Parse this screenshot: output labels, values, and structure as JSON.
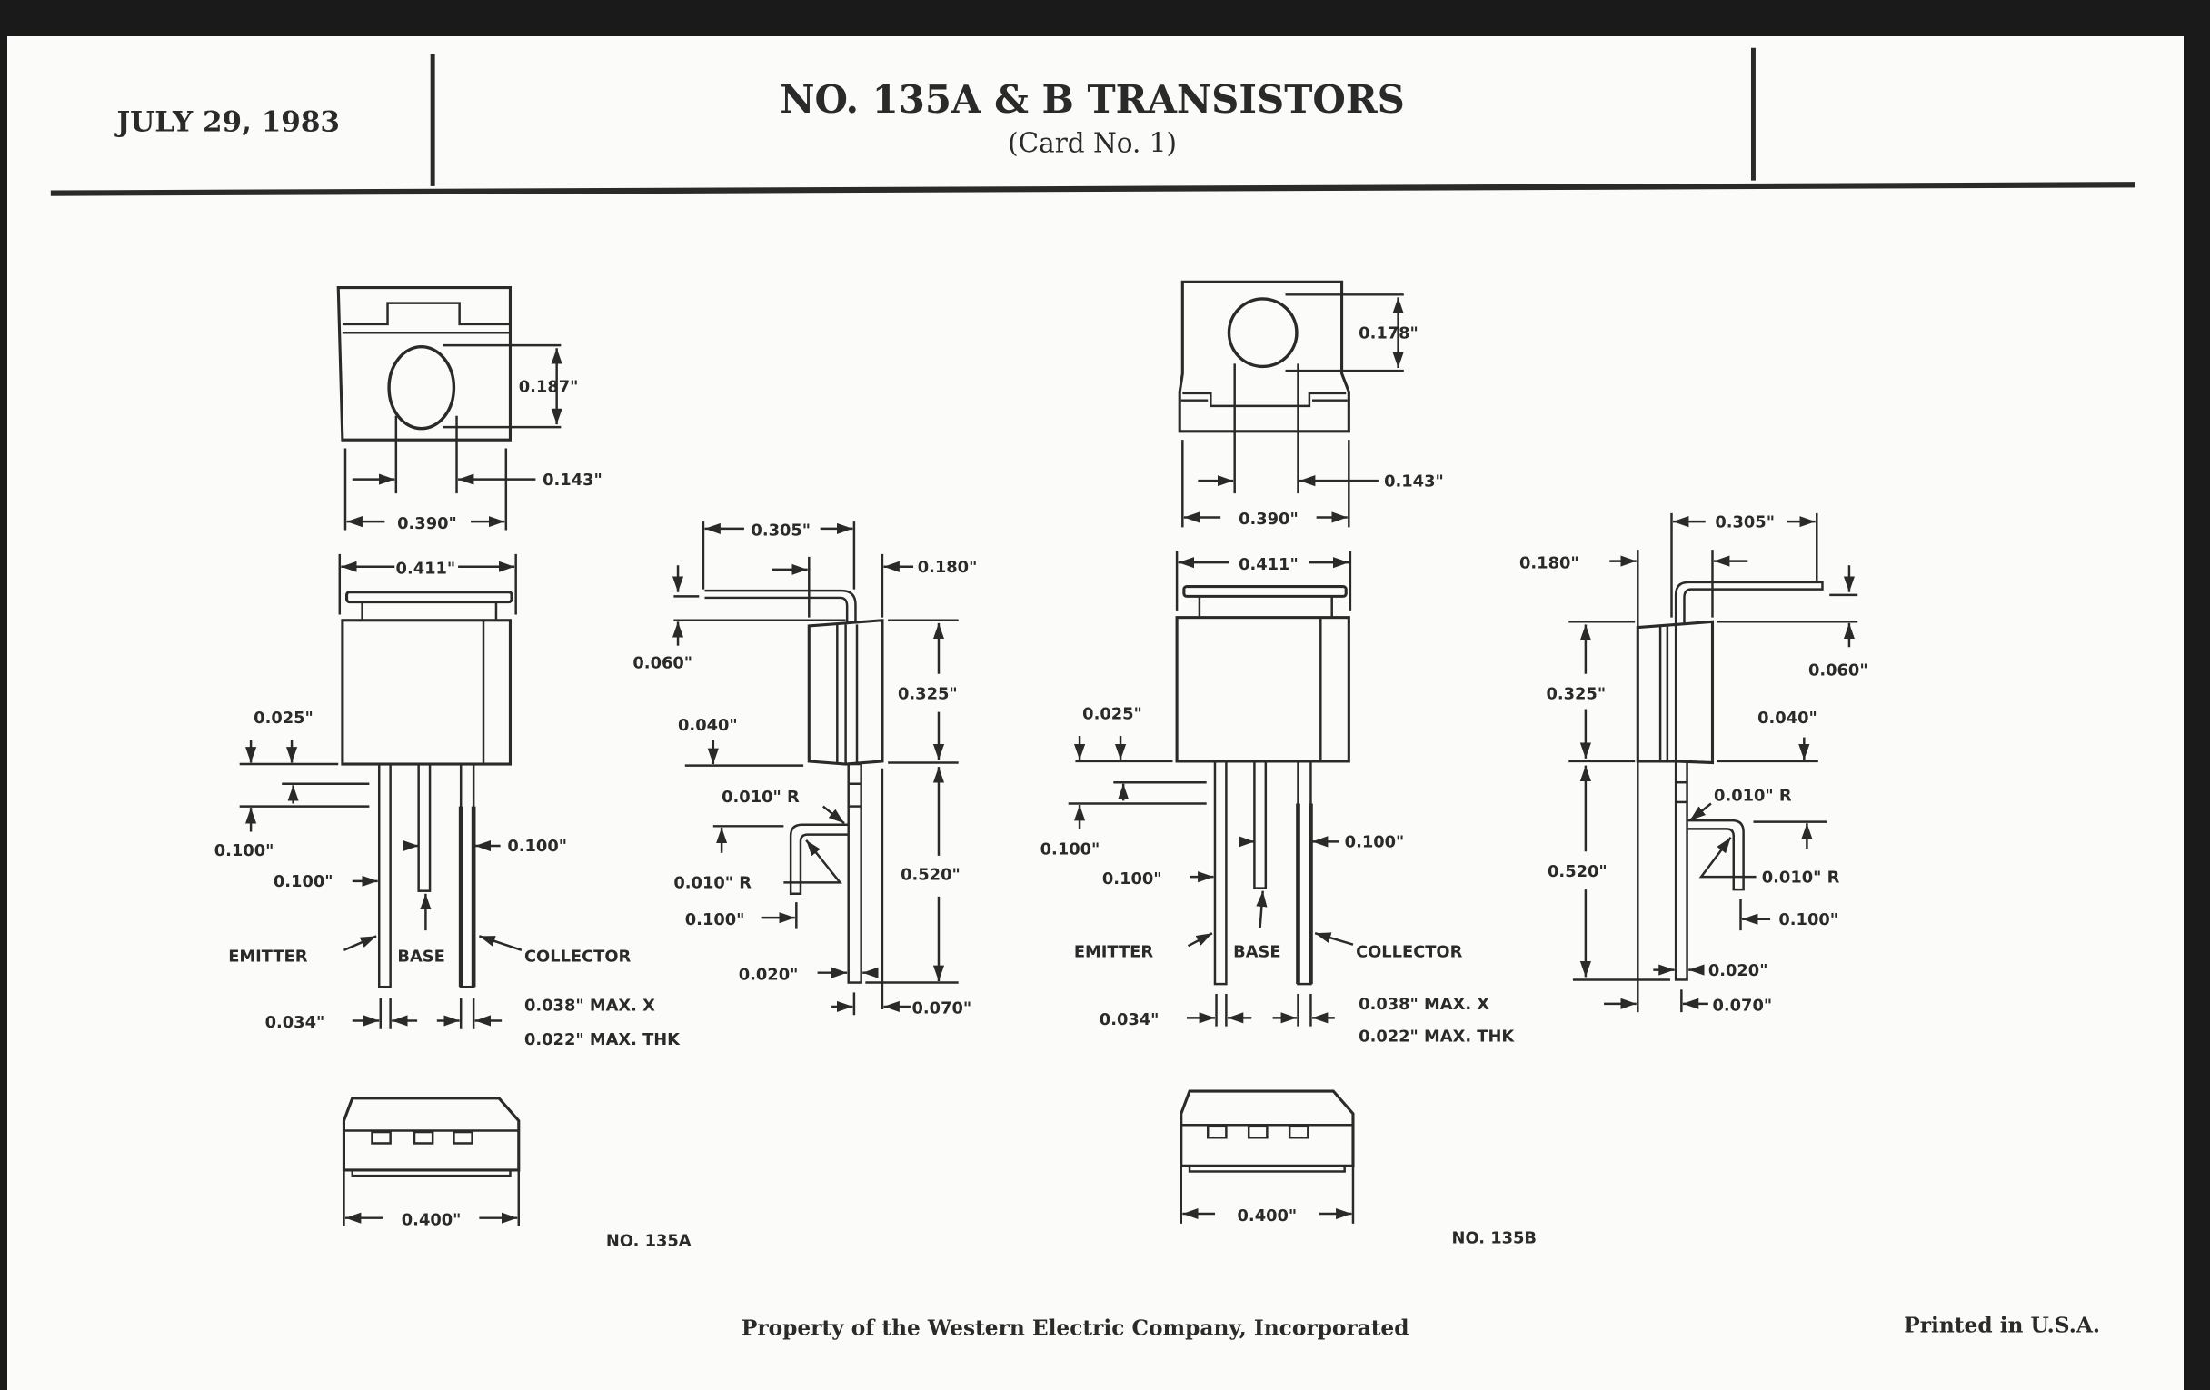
{
  "header": {
    "date": "JULY 29, 1983",
    "title": "NO. 135A & B TRANSISTORS",
    "subtitle": "(Card No. 1)"
  },
  "devices": [
    {
      "id": "135A",
      "label": "NO. 135A",
      "top_view": {
        "hole_height": "0.187\"",
        "hole_width": "0.143\"",
        "width": "0.390\"",
        "hole_shape": "oval"
      },
      "front_view": {
        "width": "0.411\"",
        "lead_offset": "0.025\"",
        "lead_shoulder": "0.100\"",
        "lead_spacing_left": "0.100\"",
        "lead_spacing_right": "0.100\"",
        "lead_width": "0.034\"",
        "lead_max_note_1": "0.038\" MAX. X",
        "lead_max_note_2": "0.022\" MAX. THK",
        "pins": [
          "EMITTER",
          "BASE",
          "COLLECTOR"
        ]
      },
      "side_view": {
        "tab_length": "0.305\"",
        "depth": "0.180\"",
        "tab_offset": "0.060\"",
        "body_height": "0.325\"",
        "body_gap": "0.040\"",
        "bend_radius_1": "0.010\" R",
        "bend_radius_2": "0.010\" R",
        "bend_offset": "0.100\"",
        "lead_length": "0.520\"",
        "lead_thickness": "0.020\"",
        "lead_pos": "0.070\""
      },
      "bottom_view": {
        "width": "0.400\""
      }
    },
    {
      "id": "135B",
      "label": "NO. 135B",
      "top_view": {
        "hole_height": "0.178\"",
        "hole_width": "0.143\"",
        "width": "0.390\"",
        "hole_shape": "round"
      },
      "front_view": {
        "width": "0.411\"",
        "lead_offset": "0.025\"",
        "lead_shoulder": "0.100\"",
        "lead_spacing_left": "0.100\"",
        "lead_spacing_right": "0.100\"",
        "lead_width": "0.034\"",
        "lead_max_note_1": "0.038\" MAX. X",
        "lead_max_note_2": "0.022\" MAX. THK",
        "pins": [
          "EMITTER",
          "BASE",
          "COLLECTOR"
        ]
      },
      "side_view": {
        "tab_length": "0.305\"",
        "depth": "0.180\"",
        "tab_offset": "0.060\"",
        "body_height": "0.325\"",
        "body_gap": "0.040\"",
        "bend_radius_1": "0.010\" R",
        "bend_radius_2": "0.010\" R",
        "bend_offset": "0.100\"",
        "lead_length": "0.520\"",
        "lead_thickness": "0.020\"",
        "lead_pos": "0.070\""
      },
      "bottom_view": {
        "width": "0.400\""
      }
    }
  ],
  "footer": {
    "property": "Property of the Western Electric Company, Incorporated",
    "printed": "Printed in U.S.A."
  }
}
